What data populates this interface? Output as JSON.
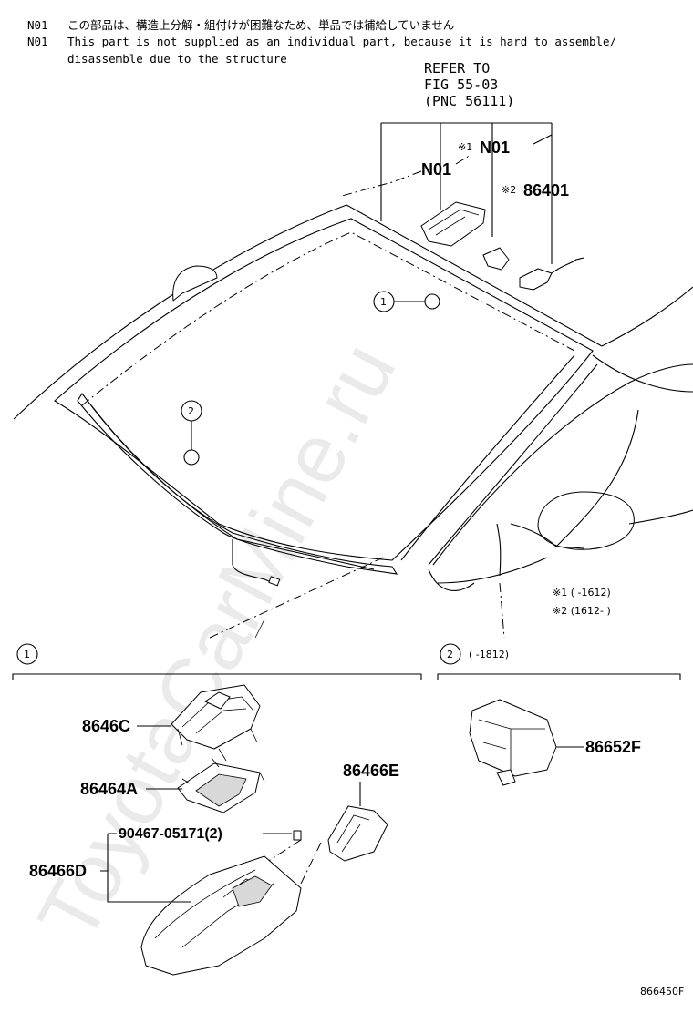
{
  "notes": {
    "code_ja": "N01",
    "text_ja": "この部品は、構造上分解・組付けが困難なため、単品では補給していません",
    "code_en": "N01",
    "text_en_line1": "This part is not supplied as an individual part,  because it is hard to assemble/",
    "text_en_line2": "disassemble due to the structure"
  },
  "refer": {
    "line1": "REFER TO",
    "line2": "FIG 55-03",
    "line3": "(PNC 56111)"
  },
  "top_labels": {
    "n01_left": "N01",
    "mark1_n01": "※1",
    "n01_right": "N01",
    "mark2_86401": "※2",
    "part_86401": "86401"
  },
  "callouts": {
    "c1": "1",
    "c2": "2"
  },
  "footnotes": {
    "fn1": "※1 (      -1612)",
    "fn2": "※2 (1612-       )"
  },
  "section1": {
    "number": "1"
  },
  "section2": {
    "number": "2",
    "range": "(      -1812)"
  },
  "parts": {
    "p8646C": "8646C",
    "p86464A": "86464A",
    "p86466E": "86466E",
    "p90467": "90467-05171(2)",
    "p86466D": "86466D",
    "p86652F": "86652F"
  },
  "watermark": "ToyotaCarMine.ru",
  "figure_id": "866450F"
}
